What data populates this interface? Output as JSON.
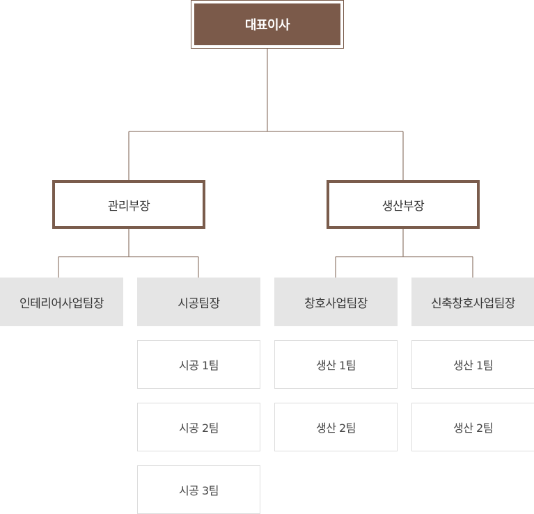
{
  "colors": {
    "accent": "#7b5a4a",
    "line": "#7a5c4c",
    "team_bg": "#e5e5e5",
    "unit_border": "#dddddd"
  },
  "ceo": {
    "label": "대표이사"
  },
  "departments": [
    {
      "label": "관리부장",
      "teams": [
        {
          "label": "인테리어사업팀장",
          "units": []
        },
        {
          "label": "시공팀장",
          "units": [
            "시공 1팀",
            "시공 2팀",
            "시공 3팀"
          ]
        }
      ]
    },
    {
      "label": "생산부장",
      "teams": [
        {
          "label": "창호사업팀장",
          "units": [
            "생산 1팀",
            "생산 2팀"
          ]
        },
        {
          "label": "신축창호사업팀장",
          "units": [
            "생산 1팀",
            "생산 2팀"
          ]
        }
      ]
    }
  ]
}
